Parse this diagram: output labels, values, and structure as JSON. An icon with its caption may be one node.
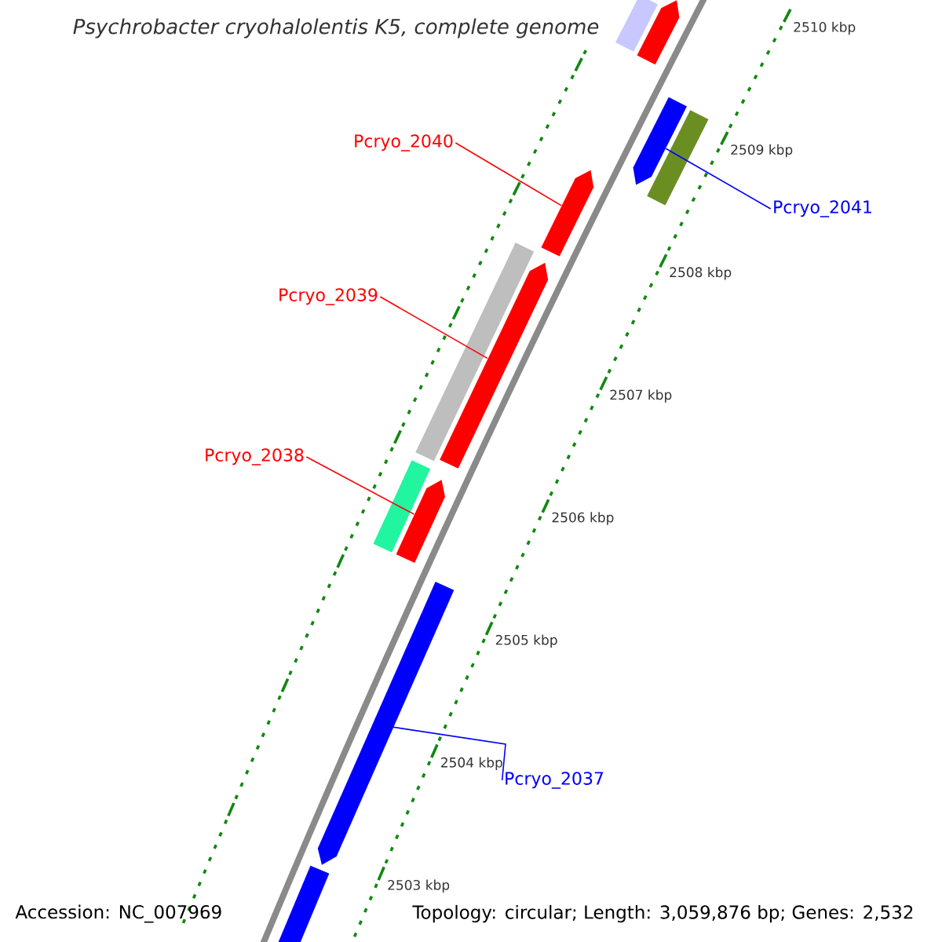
{
  "diagram": {
    "title": "Psychrobacter cryohalolentis K5, complete genome",
    "nodes": [
      {
        "text": [
          "Pcryo_2040"
        ]
      },
      {
        "text": [],
        "shape": "bar"
      },
      {
        "text": [
          "Pcryo_2039"
        ]
      },
      {
        "text": [],
        "shape": "bar"
      },
      {
        "text": [
          "Pcryo_2038"
        ]
      },
      {
        "text": [],
        "shape": "bar"
      },
      {
        "text": [
          "Pcryo_2041"
        ]
      },
      {
        "text": [],
        "shape": "bar"
      },
      {
        "text": [
          "Pcryo_2037"
        ]
      },
      {
        "text": [],
        "shape": "bar"
      },
      {
        "text": [],
        "shape": "bar"
      },
      {
        "text": [],
        "shape": "bar"
      },
      {
        "text": [],
        "shape": "bar"
      },
      {
        "text": [],
        "shape": "bar"
      },
      {
        "text": [],
        "shape": "bar"
      },
      {
        "text": [],
        "shape": "bar"
      }
    ],
    "edges": [
      {
        "from": 0,
        "to": 1,
        "arrow": "none"
      },
      {
        "from": 2,
        "to": 3,
        "arrow": "none"
      },
      {
        "from": 4,
        "to": 5,
        "arrow": "none"
      },
      {
        "from": 6,
        "to": 7,
        "arrow": "none",
        "color": "#0000ff"
      },
      {
        "from": 8,
        "to": 9,
        "arrow": "none",
        "color": "#0000ff"
      }
    ],
    "labels": [
      "2510 kbp",
      "2509 kbp",
      "2508 kbp",
      "2507 kbp",
      "2506 kbp",
      "2505 kbp",
      "2504 kbp",
      "2503 kbp",
      "Accession: NC_007969",
      "Topology: circular; Length: 3,059,876 bp; Genes: 2,532"
    ]
  }
}
